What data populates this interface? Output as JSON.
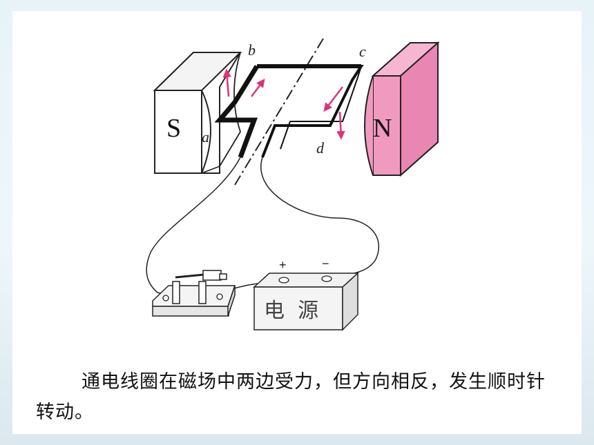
{
  "diagram": {
    "magnet_south_label": "S",
    "magnet_north_label": "N",
    "point_a": "a",
    "point_b": "b",
    "point_c": "c",
    "point_d": "d",
    "battery_label": "电  源",
    "battery_plus": "+",
    "battery_minus": "−",
    "colors": {
      "north_magnet": "#f19ac0",
      "force_arrow": "#e0307c",
      "coil": "#111111"
    }
  },
  "caption": {
    "text": "通电线圈在磁场中两边受力，但方向相反，发生顺时针转动。"
  }
}
